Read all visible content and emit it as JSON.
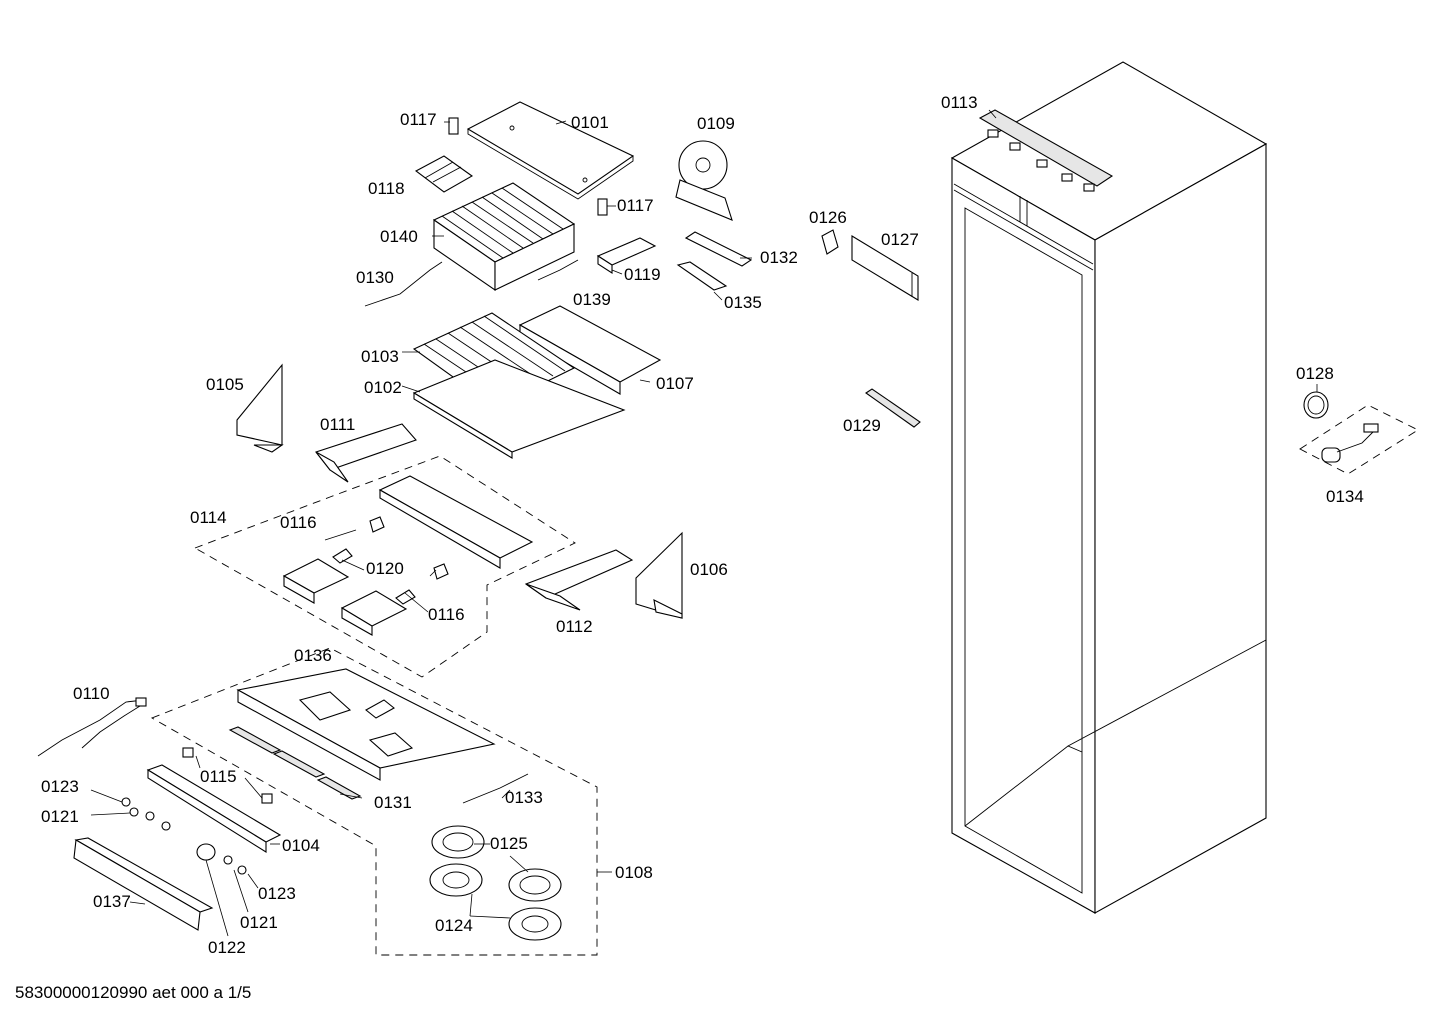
{
  "diagram": {
    "labels": {
      "p0101": "0101",
      "p0102": "0102",
      "p0103": "0103",
      "p0104": "0104",
      "p0105": "0105",
      "p0106": "0106",
      "p0107": "0107",
      "p0108": "0108",
      "p0109": "0109",
      "p0110": "0110",
      "p0111": "0111",
      "p0112": "0112",
      "p0113": "0113",
      "p0114": "0114",
      "p0115": "0115",
      "p0116": "0116",
      "p0117": "0117",
      "p0118": "0118",
      "p0119": "0119",
      "p0120": "0120",
      "p0121": "0121",
      "p0122": "0122",
      "p0123": "0123",
      "p0124": "0124",
      "p0125": "0125",
      "p0126": "0126",
      "p0127": "0127",
      "p0128": "0128",
      "p0129": "0129",
      "p0130": "0130",
      "p0131": "0131",
      "p0132": "0132",
      "p0133": "0133",
      "p0134": "0134",
      "p0135": "0135",
      "p0136": "0136",
      "p0137": "0137",
      "p0139": "0139",
      "p0140": "0140"
    },
    "footer": "58300000120990 aet 000 a 1/5"
  }
}
